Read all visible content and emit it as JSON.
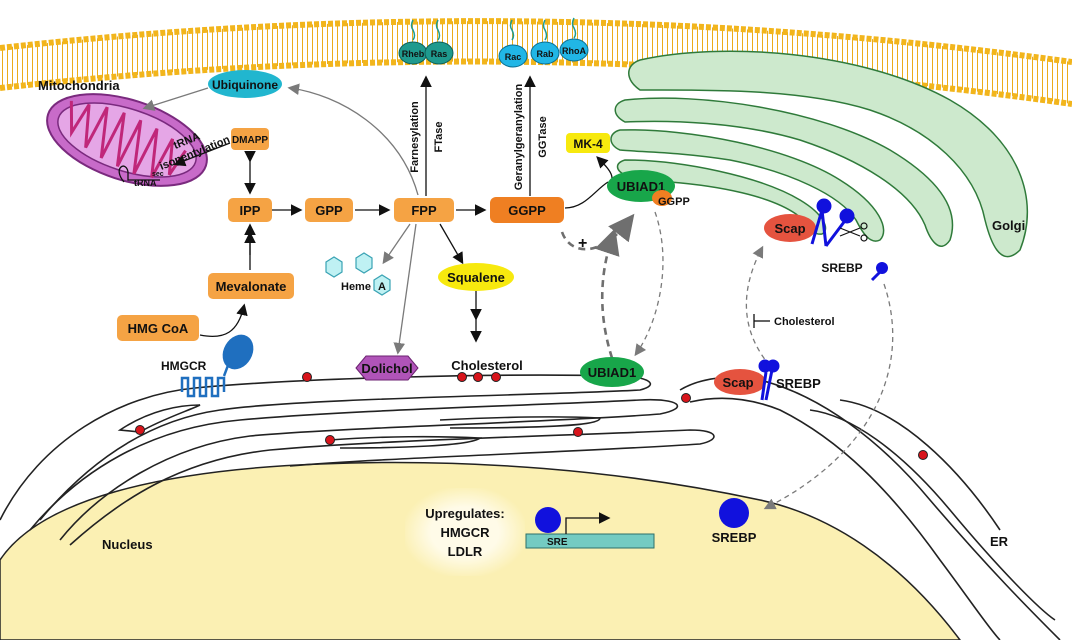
{
  "labels": {
    "mitochondria": "Mitochondria",
    "ubiquinone": "Ubiquinone",
    "dmapp": "DMAPP",
    "trna_isopentylation_1": "tRNA",
    "trna_isopentylation_2": "isopentylation",
    "trna_sec": "tRNA",
    "trna_sec_sup": "sec",
    "ipp": "IPP",
    "gpp": "GPP",
    "fpp": "FPP",
    "ggpp": "GGPP",
    "mevalonate": "Mevalonate",
    "hmg_coa": "HMG CoA",
    "hmgcr": "HMGCR",
    "heme": "Heme",
    "heme_a": "A",
    "squalene": "Squalene",
    "dolichol": "Dolichol",
    "cholesterol": "Cholesterol",
    "farnesylation_1": "Farnesylation",
    "farnesylation_2": "FTase",
    "geranylgeranylation_1": "Geranylgeranylation",
    "geranylgeranylation_2": "GGTase",
    "rheb": "Rheb",
    "ras": "Ras",
    "rac": "Rac",
    "rab": "Rab",
    "rhoa": "RhoA",
    "mk4": "MK-4",
    "ubiad1_top": "UBIAD1",
    "ubiad1_ggpp": "GGPP",
    "ubiad1_er": "UBIAD1",
    "plus": "+",
    "golgi": "Golgi",
    "scap_golgi": "Scap",
    "srebp_golgi": "SREBP",
    "cholesterol_inhibit": "Cholesterol",
    "scap_er": "Scap",
    "srebp_er": "SREBP",
    "srebp_nucleus": "SREBP",
    "sre": "SRE",
    "upregulates_1": "Upregulates:",
    "upregulates_2": "HMGCR",
    "upregulates_3": "LDLR",
    "nucleus": "Nucleus",
    "er": "ER"
  },
  "colors": {
    "membrane": "#f2b51c",
    "golgi_fill": "#cde9cd",
    "golgi_stroke": "#2f7a3a",
    "nucleus_fill": "#fbf0b3",
    "mito_fill": "#c86bc9",
    "orange": "#f5a344",
    "dark_orange": "#ef7f22",
    "yellow": "#f7e90e",
    "green": "#18a64a",
    "cyan": "#21b6cf",
    "teal": "#1f9a8e",
    "purple": "#b054b8",
    "red_dot": "#d8141b",
    "scap": "#e5533f",
    "srebp": "#1111dd",
    "hmgcr_blue": "#1f6fbf",
    "sre_box": "#74cbc2"
  }
}
